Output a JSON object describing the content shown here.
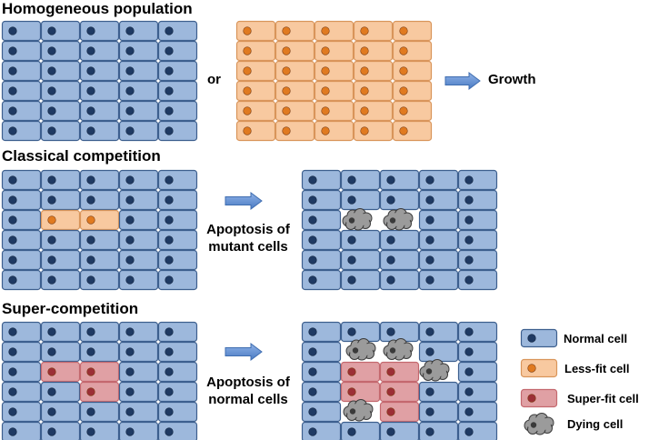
{
  "titles": {
    "homogeneous": "Homogeneous population",
    "classical": "Classical competition",
    "super": "Super-competition"
  },
  "labels": {
    "or": "or",
    "growth": "Growth",
    "apoptosis_mutant_1": "Apoptosis of",
    "apoptosis_mutant_2": "mutant cells",
    "apoptosis_normal_1": "Apoptosis of",
    "apoptosis_normal_2": "normal cells"
  },
  "legend": [
    {
      "type": "normal",
      "label": "Normal cell"
    },
    {
      "type": "lessfit",
      "label": "Less-fit cell"
    },
    {
      "type": "superfit",
      "label": "Super-fit cell"
    },
    {
      "type": "dying",
      "label": "Dying cell"
    }
  ],
  "colors": {
    "normal_fill": "#9DB8DC",
    "normal_stroke": "#3D5F8E",
    "normal_nucleus": "#1F3A63",
    "lessfit_fill": "#F8C9A0",
    "lessfit_stroke": "#D9955A",
    "lessfit_nucleus": "#E07A20",
    "superfit_fill": "#E0A0A4",
    "superfit_stroke": "#C4686E",
    "superfit_nucleus": "#9C2F36",
    "dying_fill": "#9B9B9B",
    "arrow": "#5B8BD0"
  }
}
